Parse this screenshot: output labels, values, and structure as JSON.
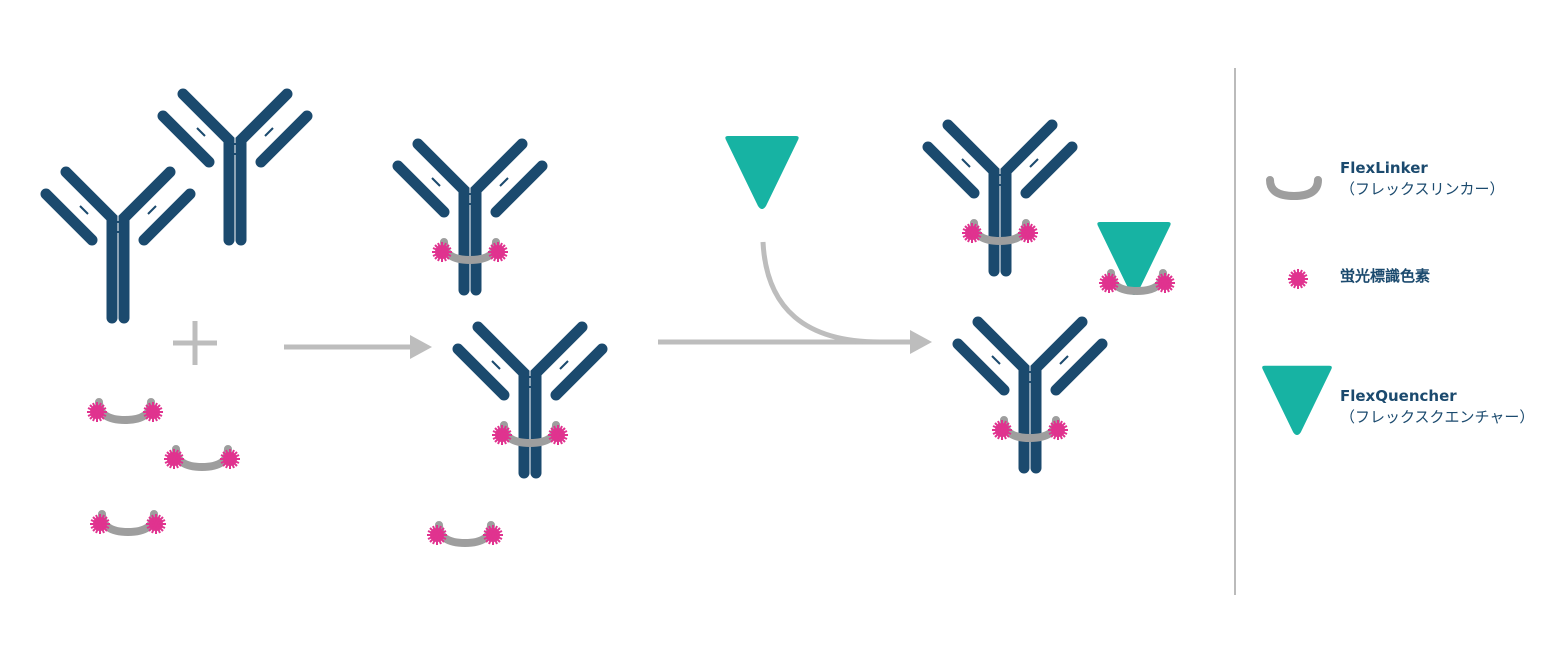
{
  "legend": {
    "linker": {
      "name": "FlexLinker",
      "kana": "（フレックスリンカー）"
    },
    "dye": {
      "name": "蛍光標識色素"
    },
    "quencher": {
      "name": "FlexQuencher",
      "kana": "（フレックスクエンチャー）"
    }
  },
  "colors": {
    "antibody": "#1b4a6e",
    "quencher": "#17b3a3",
    "dye": "#e0338f",
    "linker": "#9e9e9e",
    "arrow": "#bdbdbd"
  }
}
